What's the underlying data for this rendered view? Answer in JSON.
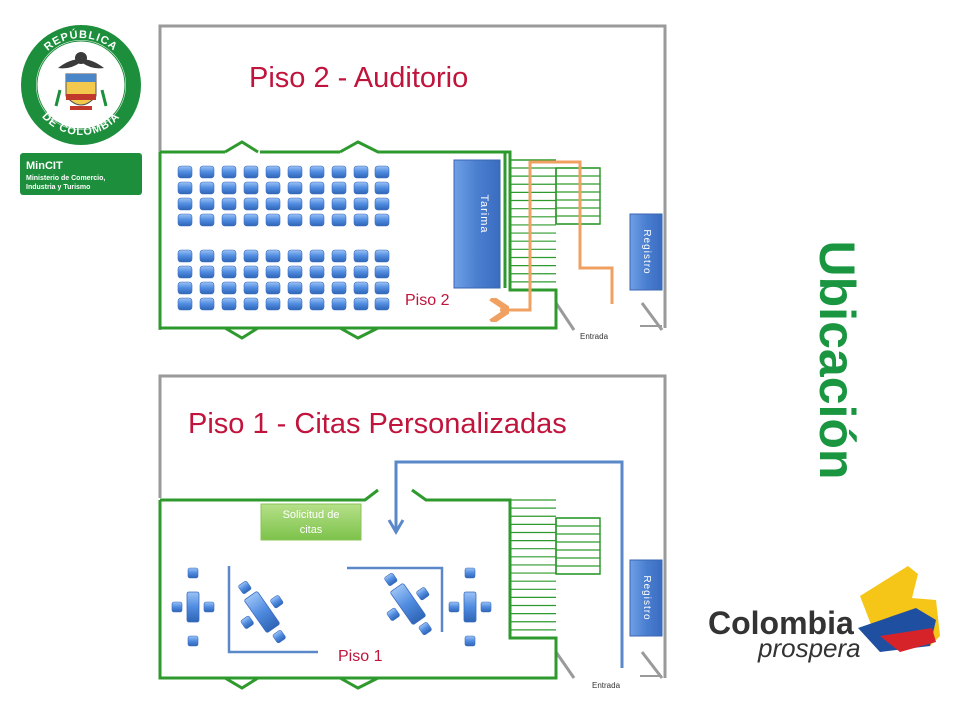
{
  "logo_republica": {
    "line1": "REPÚBLICA",
    "line2": "DE COLOMBIA"
  },
  "logo_mincit": {
    "name": "MinCIT",
    "line1": "Ministerio de Comercio,",
    "line2": "Industria y Turismo"
  },
  "side_title": "Ubicación",
  "floor2": {
    "title": "Piso 2 - Auditorio",
    "stage_label": "Tarima",
    "floor_label": "Piso 2",
    "registro_label": "Registro",
    "entrance_label": "Entrada"
  },
  "floor1": {
    "title": "Piso 1 - Citas Personalizadas",
    "request_line1": "Solicitud de",
    "request_line2": "citas",
    "floor_label": "Piso 1",
    "registro_label": "Registro",
    "entrance_label": "Entrada"
  },
  "brand": {
    "word1": "Colombia",
    "word2": "prospera"
  },
  "colors": {
    "green": "#1a9641",
    "dark_green": "#2e8b2e",
    "title_red": "#c0143c",
    "chair_blue": "#4a86d8",
    "orange_path": "#f0a060",
    "blue_path": "#5a88c8",
    "wall_gray": "#9a9a9a"
  }
}
